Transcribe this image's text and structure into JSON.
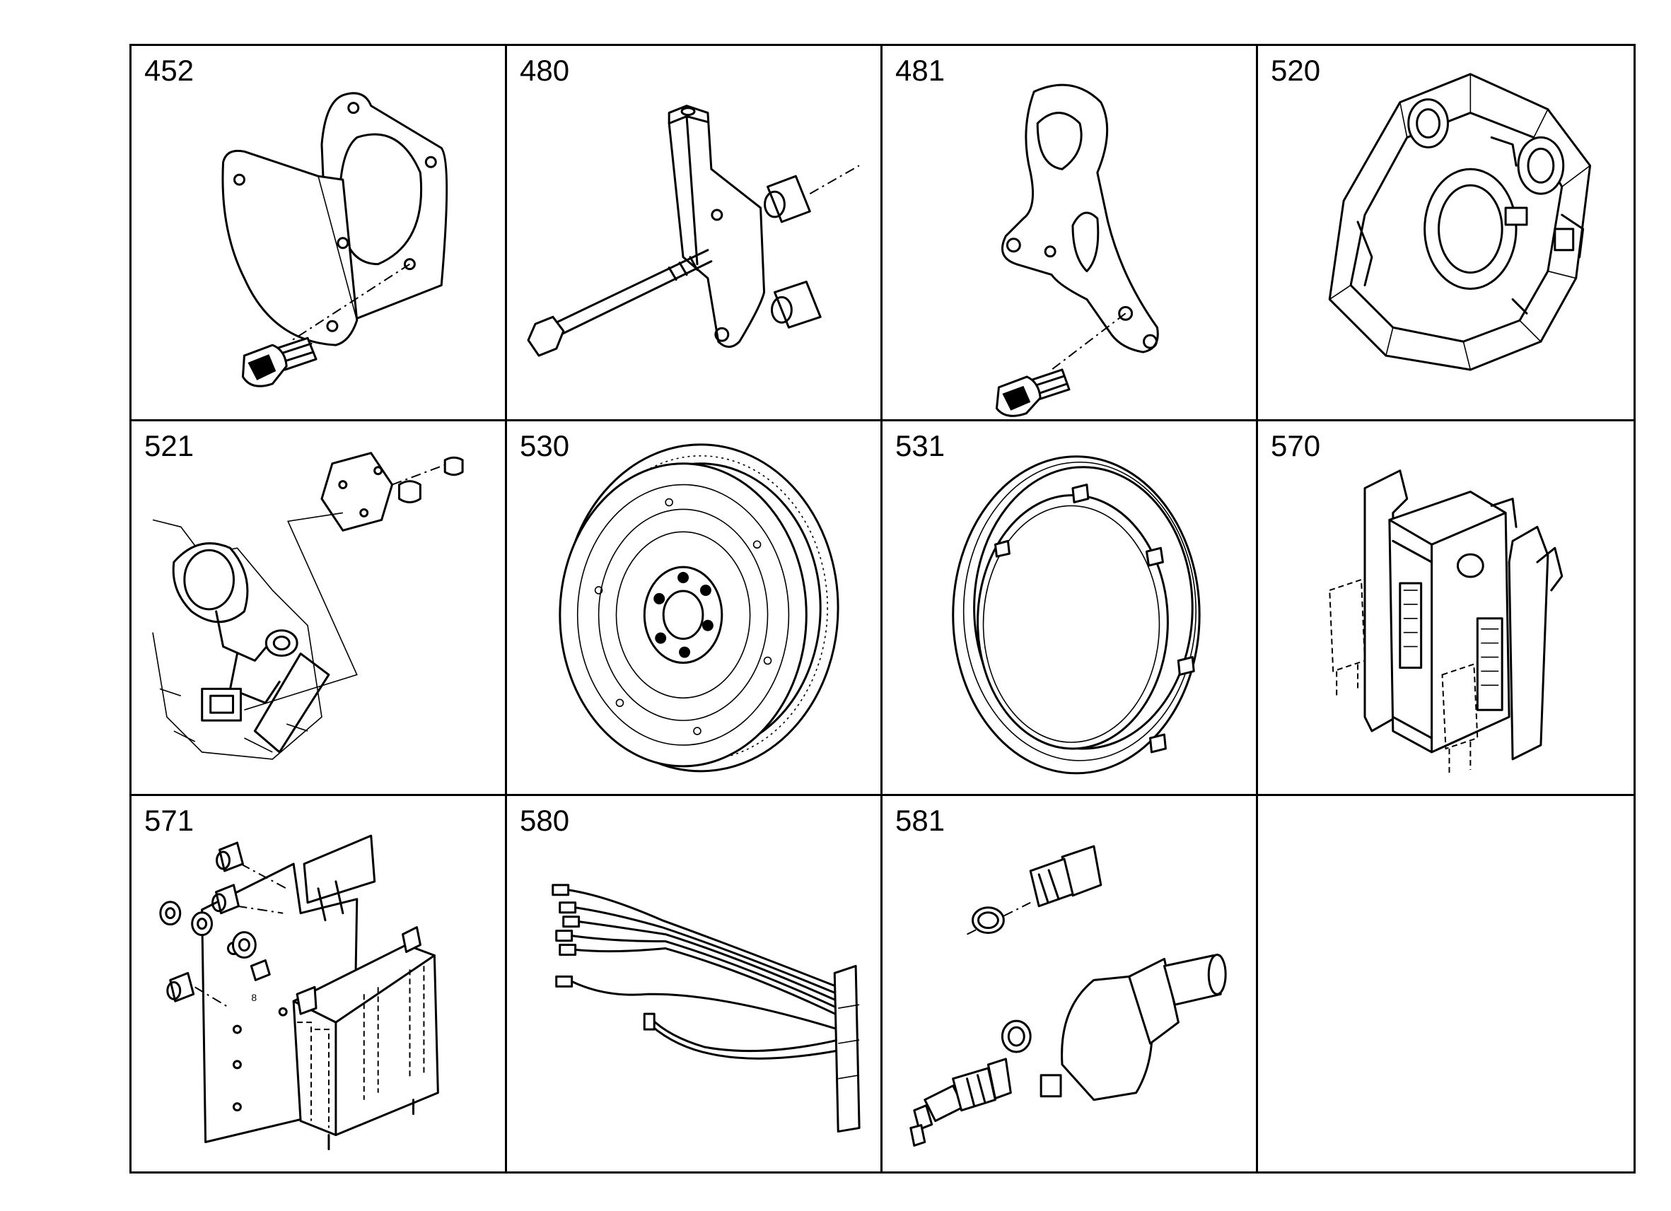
{
  "parts": [
    {
      "number": "452",
      "icon": "cover-plate-gasket-icon"
    },
    {
      "number": "480",
      "icon": "mounting-bracket-bolt-icon"
    },
    {
      "number": "481",
      "icon": "lifting-eye-bracket-icon"
    },
    {
      "number": "520",
      "icon": "flywheel-housing-icon"
    },
    {
      "number": "521",
      "icon": "housing-cover-icon"
    },
    {
      "number": "530",
      "icon": "flywheel-icon"
    },
    {
      "number": "531",
      "icon": "ring-gear-icon"
    },
    {
      "number": "570",
      "icon": "control-unit-icon"
    },
    {
      "number": "571",
      "icon": "control-unit-bracket-icon"
    },
    {
      "number": "580",
      "icon": "wiring-harness-icon"
    },
    {
      "number": "581",
      "icon": "sensors-icon"
    },
    {
      "number": "",
      "icon": ""
    }
  ],
  "labels": {
    "bracket_callout": "8"
  }
}
